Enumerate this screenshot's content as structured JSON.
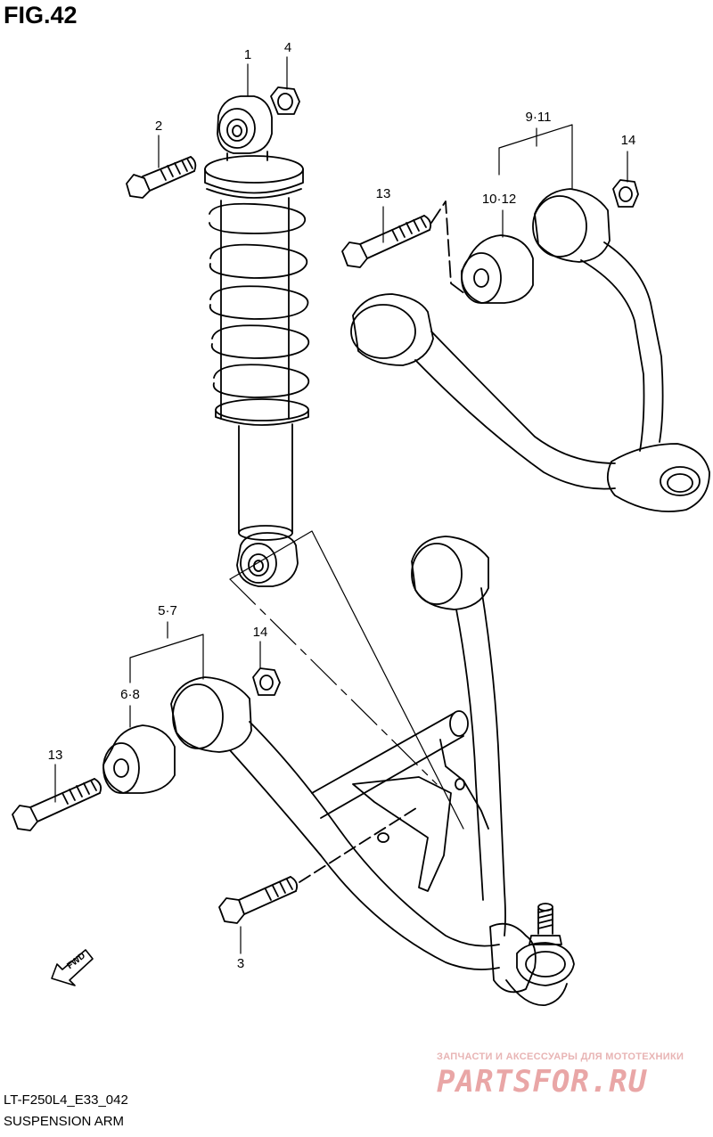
{
  "figure": {
    "title": "FIG.42",
    "code": "LT-F250L4_E33_042",
    "caption": "SUSPENSION ARM"
  },
  "callouts": [
    {
      "id": "c1",
      "text": "1"
    },
    {
      "id": "c4",
      "text": "4"
    },
    {
      "id": "c2",
      "text": "2"
    },
    {
      "id": "c911",
      "text": "9·11"
    },
    {
      "id": "c14a",
      "text": "14"
    },
    {
      "id": "c13a",
      "text": "13"
    },
    {
      "id": "c1012",
      "text": "10·12"
    },
    {
      "id": "c57",
      "text": "5·7"
    },
    {
      "id": "c14b",
      "text": "14"
    },
    {
      "id": "c68",
      "text": "6·8"
    },
    {
      "id": "c13b",
      "text": "13"
    },
    {
      "id": "c3",
      "text": "3"
    }
  ],
  "direction_marker": {
    "text": "FWD",
    "icon": "forward-arrow-icon"
  },
  "watermark": {
    "tagline": "ЗАПЧАСТИ И АКСЕССУАРЫ ДЛЯ МОТОТЕХНИКИ",
    "brand": "PARTSFOR.RU"
  }
}
